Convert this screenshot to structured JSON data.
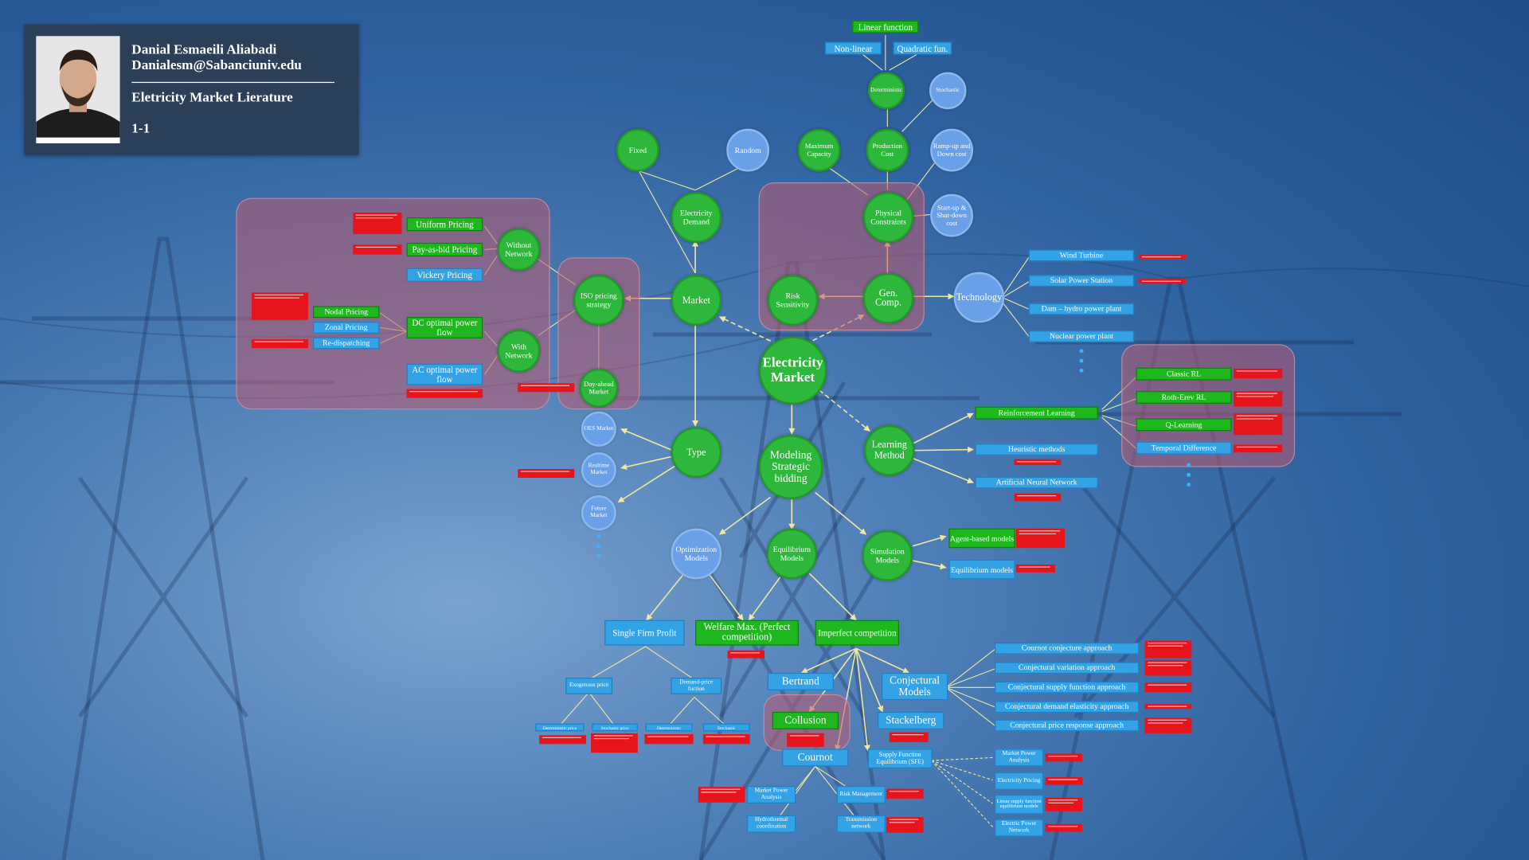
{
  "author": {
    "name": "Danial Esmaeili Aliabadi",
    "email": "Danialesm@Sabanciuniv.edu",
    "title": "Eletricity Market Lierature",
    "slide": "1-1"
  },
  "nodes": {
    "electricity_market": "Electricity Market",
    "market": "Market",
    "electricity_demand": "Electricity Demand",
    "fixed": "Fixed",
    "random": "Random",
    "gen_comp": "Gen. Comp.",
    "physical_constraints": "Physical Constraints",
    "risk_sensitivity": "Risk Sensitivity",
    "maximum_capacity": "Maximum Capacity",
    "production_cost": "Production Cost",
    "deterministic": "Deterministic",
    "stochastic": "Stochastic",
    "ramp_up": "Ramp-up and Down cost",
    "start_up": "Start-up & Shut-down cost",
    "linear_function": "Linear function",
    "non_linear": "Non-linear",
    "quadratic": "Quadratic fun.",
    "technology": "Technology",
    "iso_pricing": "ISO pricing strategy",
    "without_network": "Without Network",
    "with_network": "With Network",
    "day_ahead": "Day-ahead Market",
    "type": "Type",
    "oes_market": "OES Market",
    "realtime_market": "Realtime Market",
    "future_market": "Future Market",
    "modeling": "Modeling Strategic bidding",
    "learning_method": "Learning Method",
    "optimization_models": "Optimization Models",
    "equilibrium_models": "Equilibrium Models",
    "simulation_models": "Simulation Models"
  },
  "boxes": {
    "uniform_pricing": "Uniform Pricing",
    "pay_as_bid": "Pay-as-bid Pricing",
    "vickery_pricing": "Vickery Pricing",
    "nodal_pricing": "Nodal Pricing",
    "zonal_pricing": "Zonal Pricing",
    "re_dispatching": "Re-dispatching",
    "dc_opf": "DC optimal power flow",
    "ac_opf": "AC optimal power flow",
    "wind_turbine": "Wind Turbine",
    "solar": "Solar Power Station",
    "dam": "Dam – hydro power plant",
    "nuclear": "Nuclear power plant",
    "reinforcement_learning": "Reinforcement Learning",
    "heuristic": "Heuristic methods",
    "ann": "Artificial Neural Network",
    "classic_rl": "Classic RL",
    "roth_erev": "Roth-Erev RL",
    "q_learning": "Q-Learning",
    "temporal_difference": "Temporal Difference",
    "agent_based": "Agent-based models",
    "equilibrium_models_box": "Equilibrium models",
    "single_firm": "Single Firm Profit",
    "welfare_max": "Welfare Max. (Perfect competition)",
    "imperfect": "Imperfect competition",
    "exogenous_price": "Exogenous price",
    "demand_price": "Demand-price fuction",
    "deterministic_price": "Deterministic price",
    "stochastic_price": "Stochastic price",
    "deterministic_2": "Deterministic",
    "stochastic_2": "Stochastic",
    "bertrand": "Bertrand",
    "conjectural_models": "Conjectural Models",
    "collusion": "Collusion",
    "stackelberg": "Stackelberg",
    "cournot": "Cournot",
    "sfe": "Supply Function Equilibrium (SFE)",
    "cournot_conjecture": "Cournot conjecture approach",
    "conjectural_variation": "Conjectural variation approach",
    "conjectural_supply": "Conjectural supply function approach",
    "conjectural_demand": "Conjectural demand elasticity approach",
    "conjectural_price": "Conjectural price response approach",
    "market_power_analysis": "Market Power Analysis",
    "electricity_pricing": "Electricity Pricing",
    "linear_supply": "Linear supply function equilibrium models",
    "electric_power_network": "Electric Power Network",
    "market_power_analysis_2": "Market Power Analysis",
    "risk_management": "Risk Management",
    "hydrothermal": "Hydrothermal coordination",
    "transmission": "Transmission network"
  },
  "colors": {
    "node_green": "#2eb83b",
    "node_blue": "#6aa0e8",
    "box_green": "#1eb81e",
    "box_blue": "#34a3e6",
    "reference_red": "#e8141c",
    "region_pink": "#be5a6e",
    "profile_bg": "#2b3f58"
  }
}
